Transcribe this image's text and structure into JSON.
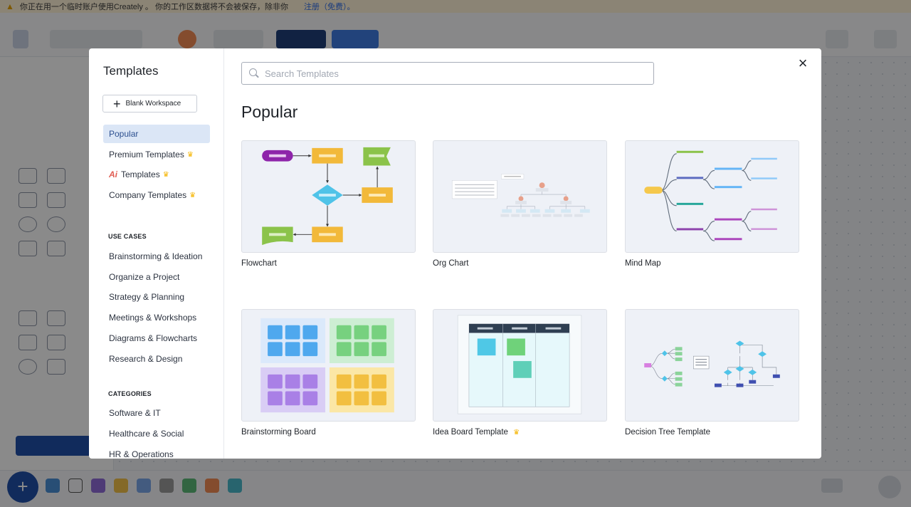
{
  "warning": {
    "text": "你正在用一个临时账户使用Creately 。 你的工作区数据将不会被保存，除非你",
    "link": "注册（免费）。",
    "icon": "warning-triangle-icon"
  },
  "modal": {
    "title": "Templates",
    "blank_button": "Blank Workspace",
    "search_placeholder": "Search Templates",
    "section_title": "Popular",
    "nav_top": [
      {
        "label": "Popular",
        "active": true,
        "premium": false,
        "ai": false
      },
      {
        "label": "Premium Templates",
        "active": false,
        "premium": true,
        "ai": false
      },
      {
        "label": "Templates",
        "active": false,
        "premium": true,
        "ai": true,
        "ai_label": "Ai"
      },
      {
        "label": "Company Templates",
        "active": false,
        "premium": true,
        "ai": false
      }
    ],
    "use_cases_heading": "USE CASES",
    "use_cases": [
      "Brainstorming & Ideation",
      "Organize a Project",
      "Strategy & Planning",
      "Meetings & Workshops",
      "Diagrams & Flowcharts",
      "Research & Design"
    ],
    "categories_heading": "CATEGORIES",
    "categories": [
      "Software & IT",
      "Healthcare & Social",
      "HR & Operations"
    ],
    "templates": [
      {
        "name": "Flowchart",
        "premium": false
      },
      {
        "name": "Org Chart",
        "premium": false
      },
      {
        "name": "Mind Map",
        "premium": false
      },
      {
        "name": "Brainstorming Board",
        "premium": false
      },
      {
        "name": "Idea Board Template",
        "premium": true
      },
      {
        "name": "Decision Tree Template",
        "premium": false
      }
    ],
    "crown_glyph": "♛",
    "close_glyph": "×"
  },
  "colors": {
    "accent": "#2c4f8f",
    "active_bg": "#dbe6f6",
    "premium": "#f5b400",
    "overlay": "rgba(0,0,0,0.45)"
  }
}
